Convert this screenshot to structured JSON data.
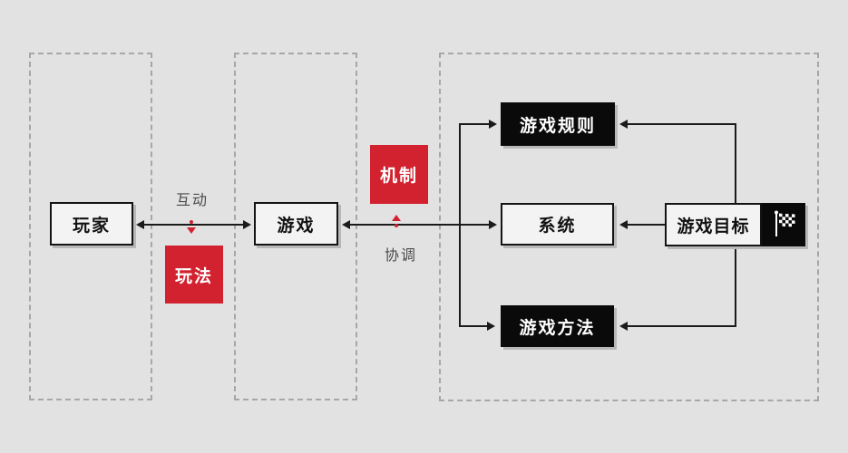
{
  "diagram": {
    "nodes": {
      "player": {
        "label": "玩家"
      },
      "game": {
        "label": "游戏"
      },
      "gameplay": {
        "label": "玩法"
      },
      "mechanism": {
        "label": "机制"
      },
      "rules": {
        "label": "游戏规则"
      },
      "system": {
        "label": "系统"
      },
      "methods": {
        "label": "游戏方法"
      },
      "goal": {
        "label": "游戏目标"
      }
    },
    "edge_labels": {
      "interaction": "互动",
      "coordination": "协调"
    },
    "icons": {
      "goal_flag": "checkered-flag-icon"
    },
    "colors": {
      "background": "#e2e2e2",
      "accent_red": "#d2212f",
      "node_black": "#0a0a0a",
      "node_white_fill": "#f3f3f3",
      "line": "#1b1b1b",
      "dashed_frame": "#a7a7a7",
      "shadow": "#b8b8b8",
      "edge_label_text": "#4a4a4a"
    }
  }
}
